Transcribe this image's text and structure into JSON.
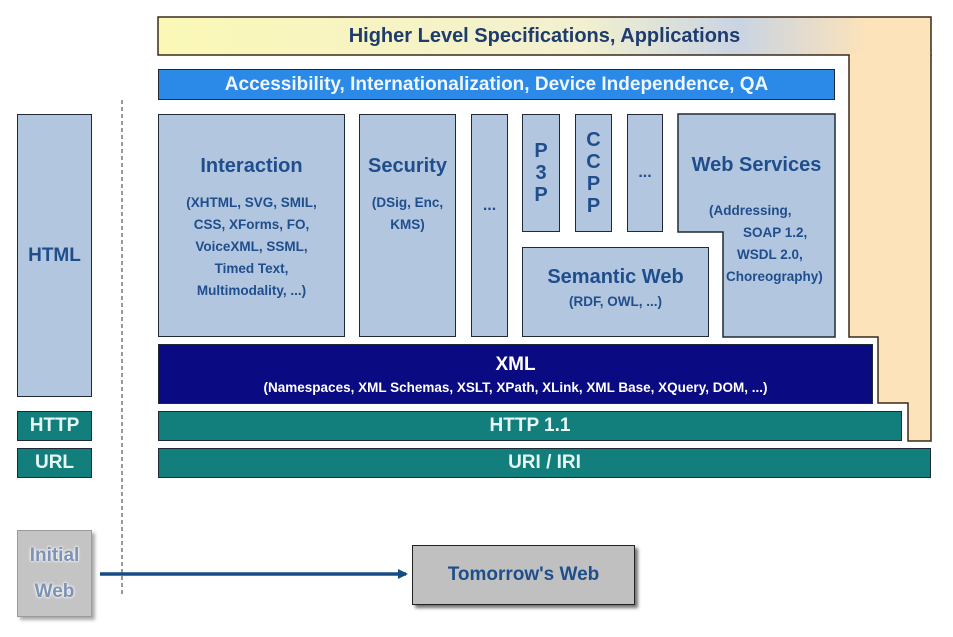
{
  "diagram": {
    "higher_level": "Higher Level Specifications, Applications",
    "accessibility": "Accessibility, Internationalization, Device Independence, QA",
    "interaction": {
      "title": "Interaction",
      "lines": [
        "(XHTML, SVG, SMIL,",
        "CSS, XForms, FO,",
        "VoiceXML, SSML,",
        "Timed Text,",
        "Multimodality, ...)"
      ]
    },
    "security": {
      "title": "Security",
      "lines": [
        "(DSig, Enc,",
        "KMS)"
      ]
    },
    "ellipsis_1": "...",
    "p3p": [
      "P",
      "3",
      "P"
    ],
    "ccpp": [
      "C",
      "C",
      "P",
      "P"
    ],
    "ellipsis_2": "...",
    "web_services": {
      "title": "Web Services",
      "lines": [
        "(Addressing,",
        "SOAP 1.2,",
        "WSDL 2.0,",
        "Choreography)"
      ]
    },
    "semantic_web": {
      "title": "Semantic Web",
      "sub": "(RDF, OWL, ...)"
    },
    "xml": {
      "title": "XML",
      "sub": "(Namespaces, XML Schemas, XSLT, XPath, XLink, XML Base, XQuery, DOM, ...)"
    },
    "http11": "HTTP 1.1",
    "uri_iri": "URI / IRI",
    "left_column": {
      "html": "HTML",
      "http": "HTTP",
      "url": "URL"
    },
    "initial_web": [
      "Initial",
      "Web"
    ],
    "tomorrows_web": "Tomorrow's Web"
  },
  "colors": {
    "higher_level_gradient": [
      "#fbf9b9",
      "#fbe0b4"
    ],
    "accessibility_blue": "#2b8ae8",
    "box_light_blue": "#b3c6e0",
    "xml_navy": "#0a0a82",
    "teal": "#127f7c",
    "orange_panel": "#fde3b9",
    "arrow_blue": "#164c84",
    "gray_box": "#c0c0c0"
  }
}
